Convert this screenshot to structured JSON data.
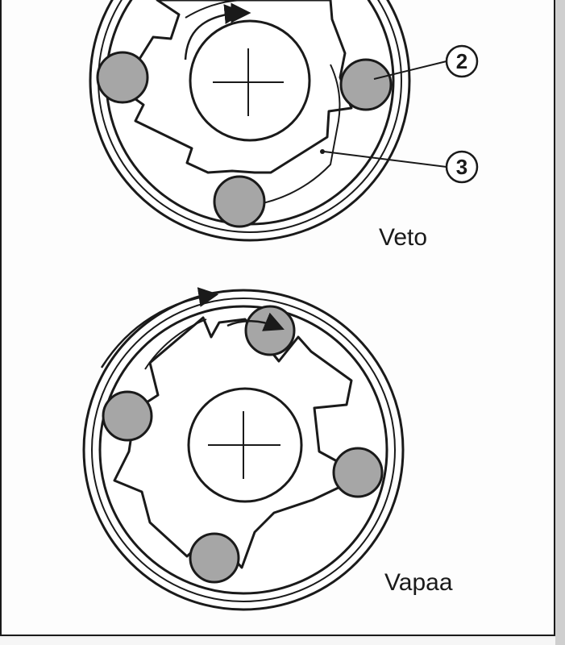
{
  "diagram": {
    "callouts": [
      {
        "id": "2"
      },
      {
        "id": "3"
      }
    ],
    "states": [
      {
        "label": "Veto"
      },
      {
        "label": "Vapaa"
      }
    ],
    "colors": {
      "roller": "#a6a6a6",
      "stroke": "#1a1a1a",
      "ring_fill": "#ffffff"
    }
  }
}
